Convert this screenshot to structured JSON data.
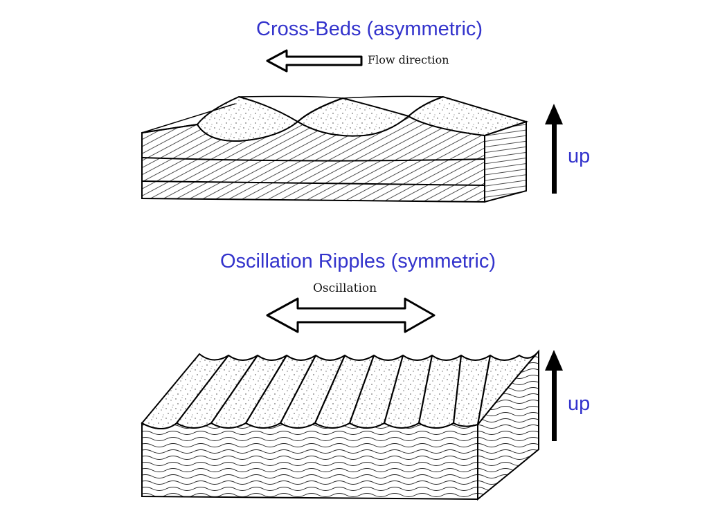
{
  "cross_beds": {
    "title": "Cross-Beds (asymmetric)",
    "arrow_label": "Flow direction",
    "up_label": "up"
  },
  "oscillation": {
    "title": "Oscillation Ripples (symmetric)",
    "arrow_label": "Oscillation",
    "up_label": "up"
  },
  "colors": {
    "title": "#3333cc",
    "ink": "#000000"
  }
}
